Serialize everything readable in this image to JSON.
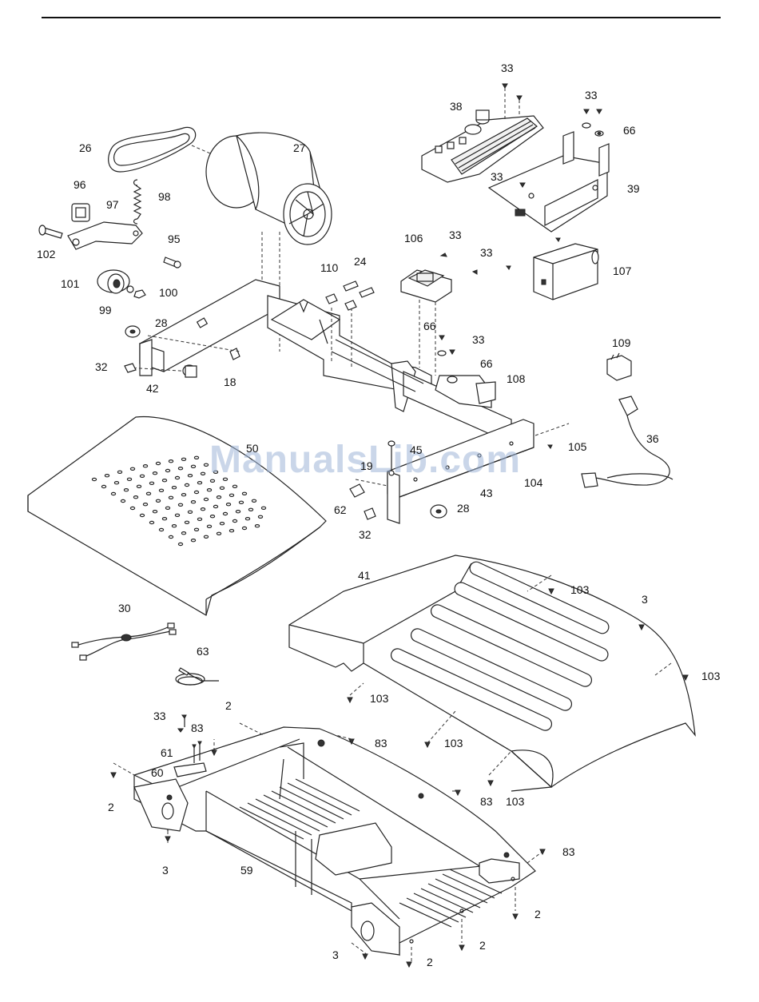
{
  "watermark": "ManualsLib.com",
  "callouts": [
    {
      "id": "c-33a",
      "text": "33"
    },
    {
      "id": "c-38",
      "text": "38"
    },
    {
      "id": "c-33b",
      "text": "33"
    },
    {
      "id": "c-66a",
      "text": "66"
    },
    {
      "id": "c-26",
      "text": "26"
    },
    {
      "id": "c-27",
      "text": "27"
    },
    {
      "id": "c-33c",
      "text": "33"
    },
    {
      "id": "c-39",
      "text": "39"
    },
    {
      "id": "c-96",
      "text": "96"
    },
    {
      "id": "c-98",
      "text": "98"
    },
    {
      "id": "c-97",
      "text": "97"
    },
    {
      "id": "c-95",
      "text": "95"
    },
    {
      "id": "c-102",
      "text": "102"
    },
    {
      "id": "c-106",
      "text": "106"
    },
    {
      "id": "c-33d",
      "text": "33"
    },
    {
      "id": "c-33e",
      "text": "33"
    },
    {
      "id": "c-110",
      "text": "110"
    },
    {
      "id": "c-24",
      "text": "24"
    },
    {
      "id": "c-107",
      "text": "107"
    },
    {
      "id": "c-101",
      "text": "101"
    },
    {
      "id": "c-100",
      "text": "100"
    },
    {
      "id": "c-99",
      "text": "99"
    },
    {
      "id": "c-28a",
      "text": "28"
    },
    {
      "id": "c-66b",
      "text": "66"
    },
    {
      "id": "c-33f",
      "text": "33"
    },
    {
      "id": "c-109",
      "text": "109"
    },
    {
      "id": "c-32a",
      "text": "32"
    },
    {
      "id": "c-66c",
      "text": "66"
    },
    {
      "id": "c-108",
      "text": "108"
    },
    {
      "id": "c-42",
      "text": "42"
    },
    {
      "id": "c-18",
      "text": "18"
    },
    {
      "id": "c-36",
      "text": "36"
    },
    {
      "id": "c-50",
      "text": "50"
    },
    {
      "id": "c-45",
      "text": "45"
    },
    {
      "id": "c-105",
      "text": "105"
    },
    {
      "id": "c-19",
      "text": "19"
    },
    {
      "id": "c-43",
      "text": "43"
    },
    {
      "id": "c-104",
      "text": "104"
    },
    {
      "id": "c-62",
      "text": "62"
    },
    {
      "id": "c-28b",
      "text": "28"
    },
    {
      "id": "c-32b",
      "text": "32"
    },
    {
      "id": "c-41",
      "text": "41"
    },
    {
      "id": "c-103a",
      "text": "103"
    },
    {
      "id": "c-3a",
      "text": "3"
    },
    {
      "id": "c-30",
      "text": "30"
    },
    {
      "id": "c-63",
      "text": "63"
    },
    {
      "id": "c-103b",
      "text": "103"
    },
    {
      "id": "c-103c",
      "text": "103"
    },
    {
      "id": "c-2a",
      "text": "2"
    },
    {
      "id": "c-33g",
      "text": "33"
    },
    {
      "id": "c-83a",
      "text": "83"
    },
    {
      "id": "c-83b",
      "text": "83"
    },
    {
      "id": "c-103d",
      "text": "103"
    },
    {
      "id": "c-61",
      "text": "61"
    },
    {
      "id": "c-60",
      "text": "60"
    },
    {
      "id": "c-2b",
      "text": "2"
    },
    {
      "id": "c-83c",
      "text": "83"
    },
    {
      "id": "c-103e",
      "text": "103"
    },
    {
      "id": "c-83d",
      "text": "83"
    },
    {
      "id": "c-3b",
      "text": "3"
    },
    {
      "id": "c-59",
      "text": "59"
    },
    {
      "id": "c-2c",
      "text": "2"
    },
    {
      "id": "c-2d",
      "text": "2"
    },
    {
      "id": "c-3c",
      "text": "3"
    },
    {
      "id": "c-2e",
      "text": "2"
    }
  ]
}
